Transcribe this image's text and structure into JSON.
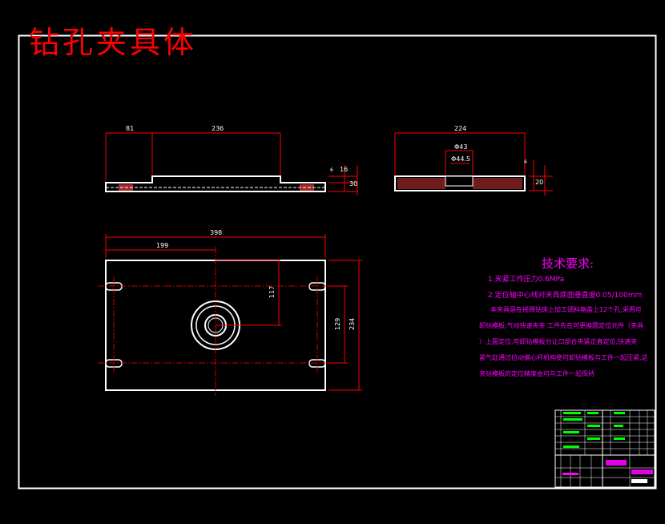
{
  "drawing_title": "钻孔夹具体",
  "technical_requirements": {
    "heading": "技术要求:",
    "lines": [
      "1.夹紧工作压力0.6MPa",
      "2.定位轴中心线对夹具底面垂直度0.05/100mm",
      "本夹具是在摇臂钻床上加工调料箱盖上12个孔,采用可",
      "卸钻模板,气动快速夹夹 工件先在可更换圆定位元件（夹具",
      "）上面定位,可卸钻模板分让口部合夹紧正直定位,快速夹",
      "紧气缸通过拉动偏心杆机构使可卸钻模板与工件一起压紧,这",
      "夹钻模板的定位精度由可与工件一起保持"
    ]
  },
  "dimensions": {
    "top_view_left": "81",
    "top_view_main": "236",
    "top_view_h1": "6",
    "top_view_h2": "16",
    "top_view_h3": "30",
    "side_view_width": "224",
    "side_view_bore": "Φ43",
    "side_view_inner": "Φ44.5",
    "side_view_h1": "6",
    "side_view_h2": "20",
    "plan_overall": "398",
    "plan_half": "199",
    "plan_offset": "117",
    "plan_inner_height": "129",
    "plan_overall_height": "234"
  },
  "colors": {
    "background": "#000000",
    "outline": "#ffffff",
    "dimension": "#ff0000",
    "requirements": "#ff00ff",
    "title_block_green": "#00ff00"
  }
}
